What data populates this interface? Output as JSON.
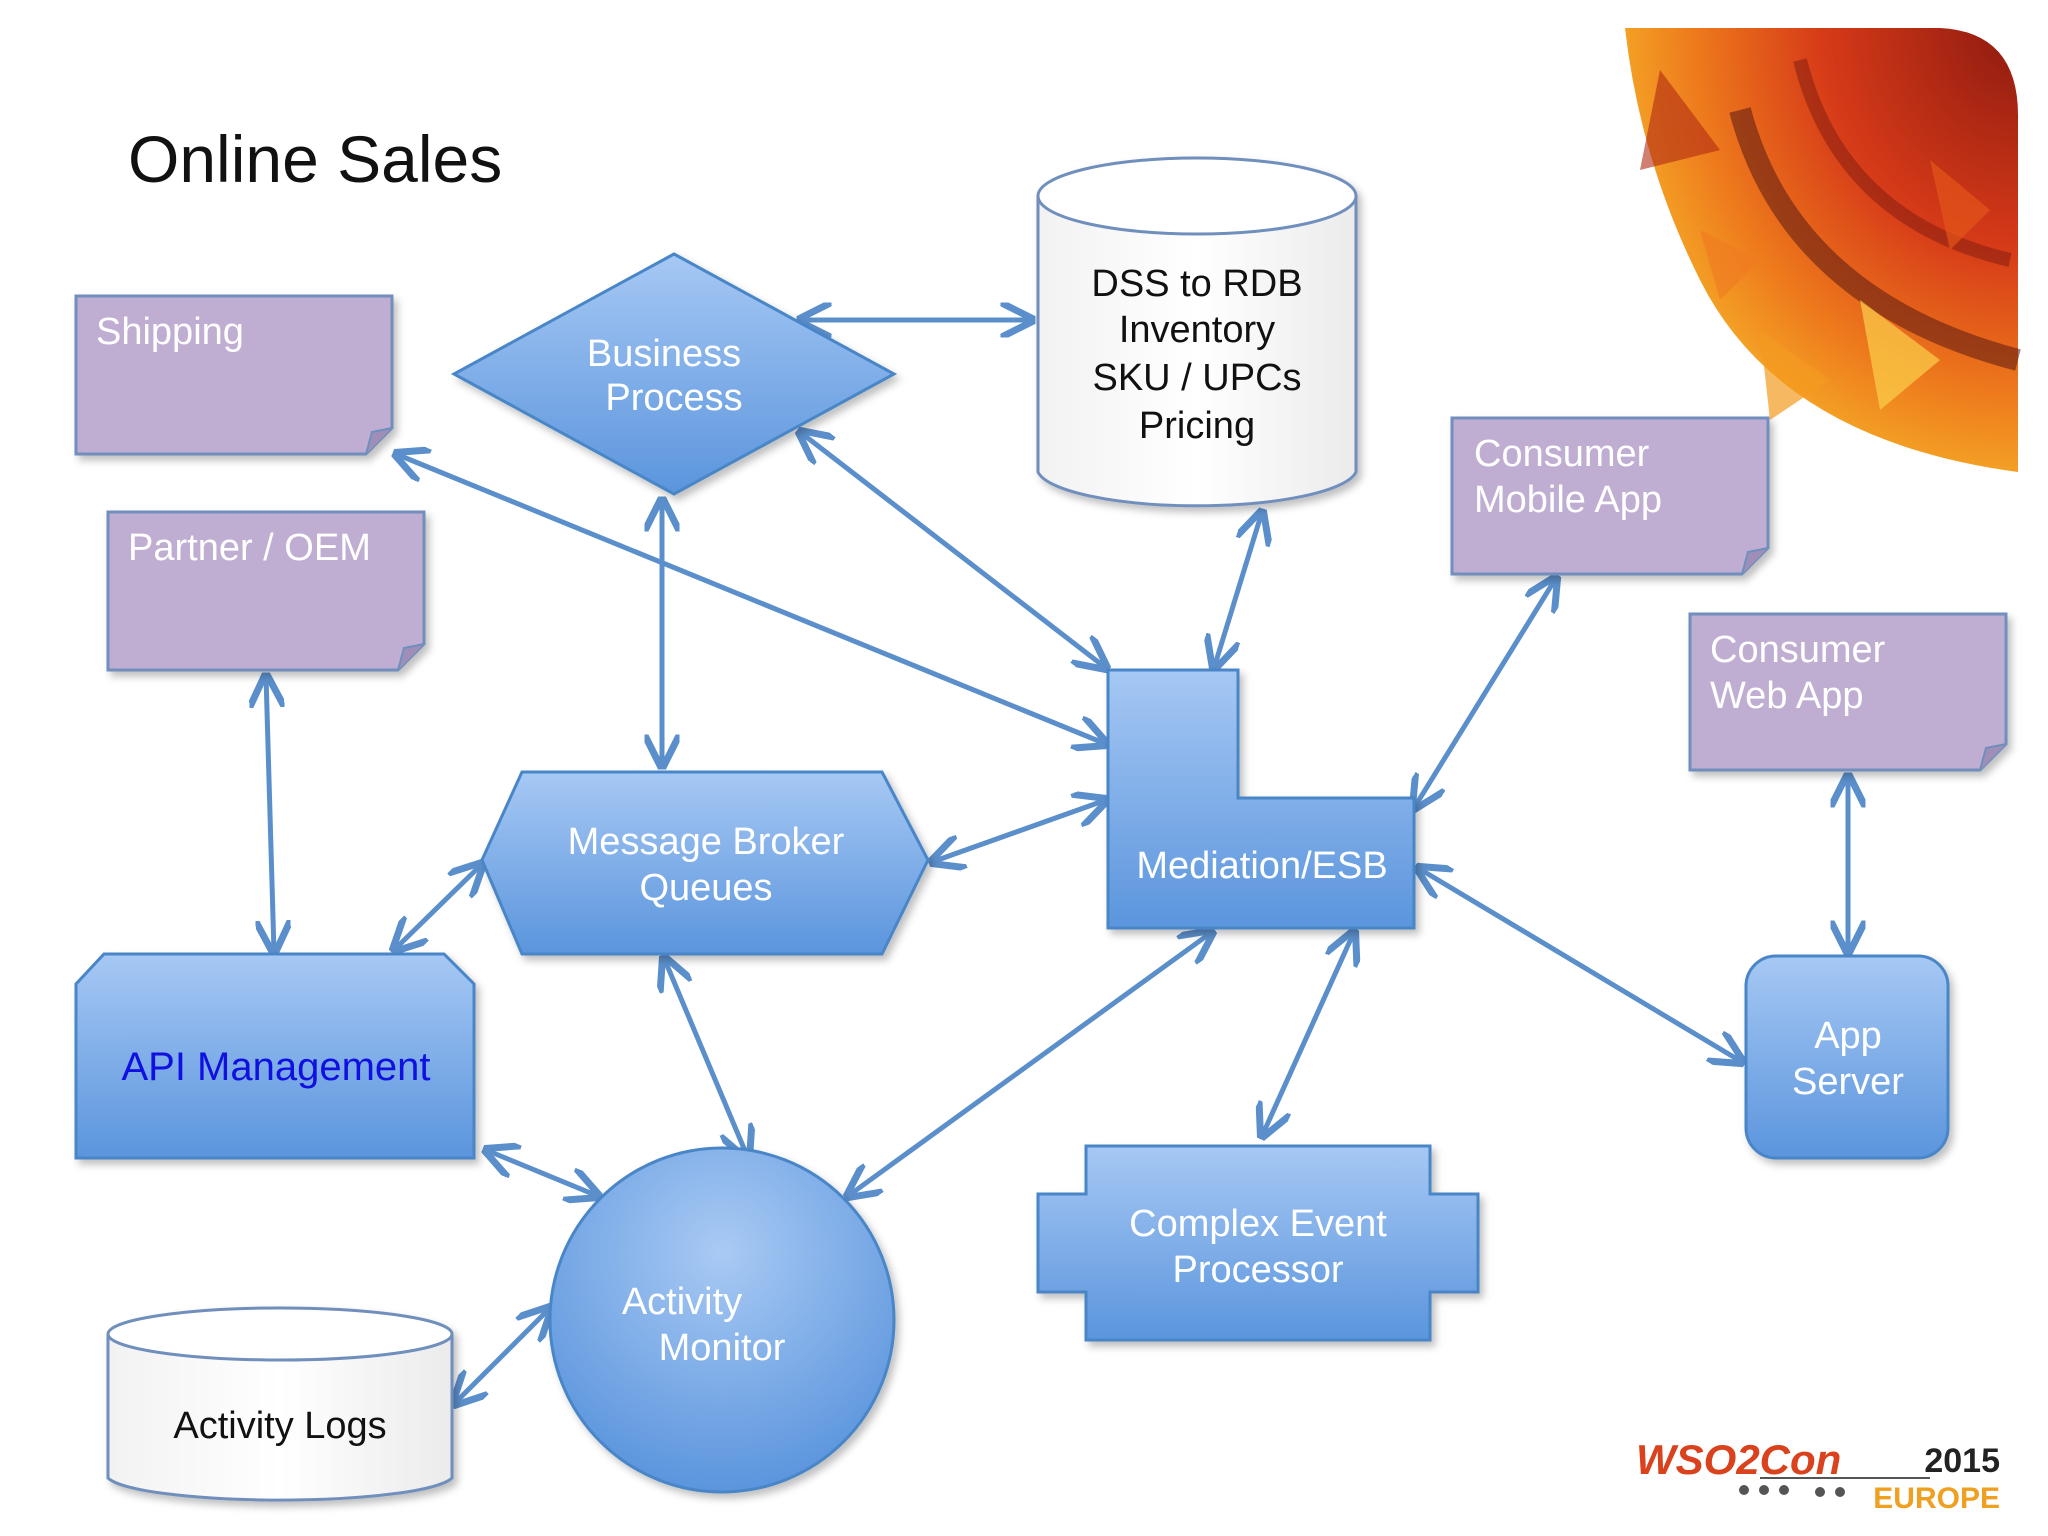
{
  "slide": {
    "title": "Online Sales"
  },
  "nodes": {
    "shipping": {
      "label": "Shipping"
    },
    "partner_oem": {
      "label": "Partner / OEM"
    },
    "business_process": {
      "line1": "Business",
      "line2": "Process"
    },
    "dss": {
      "line1": "DSS to RDB",
      "line2": "Inventory",
      "line3": "SKU / UPCs",
      "line4": "Pricing"
    },
    "consumer_mobile": {
      "line1": "Consumer",
      "line2": "Mobile App"
    },
    "consumer_web": {
      "line1": "Consumer",
      "line2": "Web App"
    },
    "message_broker": {
      "line1": "Message Broker",
      "line2": "Queues"
    },
    "mediation": {
      "label": "Mediation/ESB"
    },
    "api_management": {
      "label": "API Management"
    },
    "app_server": {
      "line1": "App",
      "line2": "Server"
    },
    "activity_monitor": {
      "line1": "Activity",
      "line2": "Monitor"
    },
    "cep": {
      "line1": "Complex Event",
      "line2": "Processor"
    },
    "activity_logs": {
      "label": "Activity Logs"
    }
  },
  "logo": {
    "brand": "WSO2Con",
    "year": "2015",
    "region": "EUROPE"
  },
  "colors": {
    "node_blue_top": "#a6c8f4",
    "node_blue_bottom": "#5b95dd",
    "node_stroke": "#4a86c8",
    "note_purple": "#bfaed2",
    "note_stroke": "#6f8fbd",
    "arrow": "#5b8fcb",
    "api_label": "#1010e0",
    "logo_red": "#d9421c",
    "logo_orange": "#f0a020"
  }
}
